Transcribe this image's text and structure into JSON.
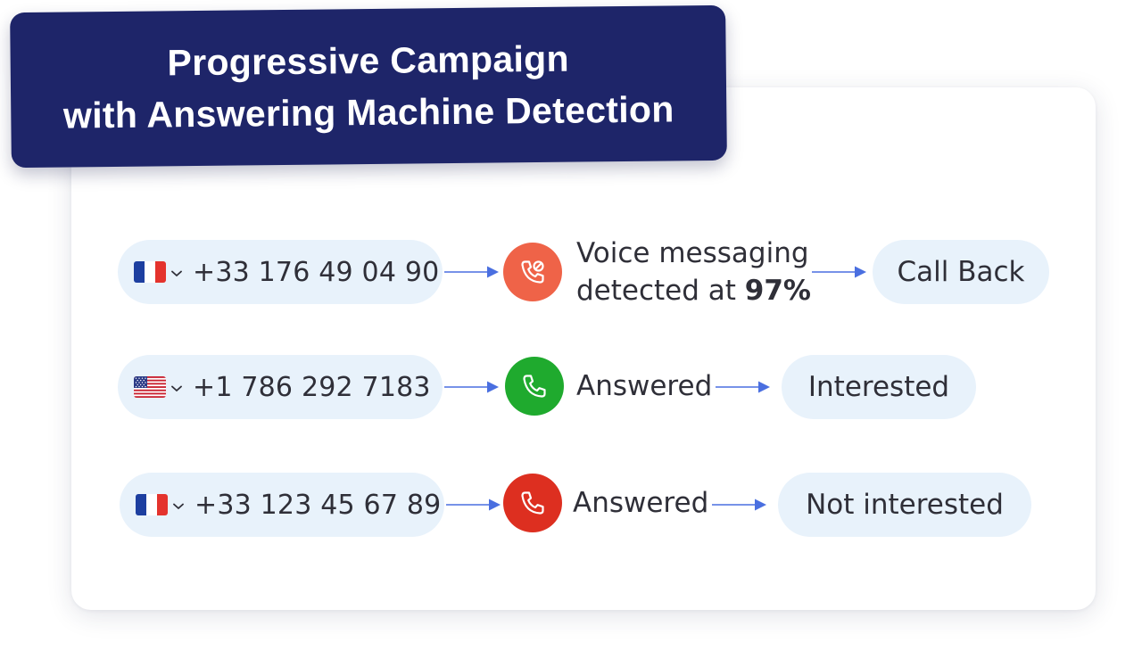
{
  "header": {
    "title_line1": "Progressive Campaign",
    "title_line2": "with Answering Machine Detection"
  },
  "colors": {
    "banner": "#1e2569",
    "pill_background": "#e8f2fb",
    "arrow": "#4a6fe0",
    "voicemail_icon": "#ef6348",
    "answered_interested_icon": "#1faa2e",
    "answered_not_interested_icon": "#dd2f20"
  },
  "rows": [
    {
      "country_flag": "france-flag",
      "phone": "+33 176 49 04 90",
      "status_icon": "phone-blocked-icon",
      "status_line1": "Voice messaging",
      "status_line2_prefix": "detected at ",
      "status_percent": "97%",
      "result": "Call Back"
    },
    {
      "country_flag": "usa-flag",
      "phone": "+1 786 292 7183",
      "status_icon": "phone-icon",
      "status": "Answered",
      "result": "Interested"
    },
    {
      "country_flag": "france-flag",
      "phone": "+33 123 45 67 89",
      "status_icon": "phone-icon",
      "status": "Answered",
      "result": "Not interested"
    }
  ]
}
